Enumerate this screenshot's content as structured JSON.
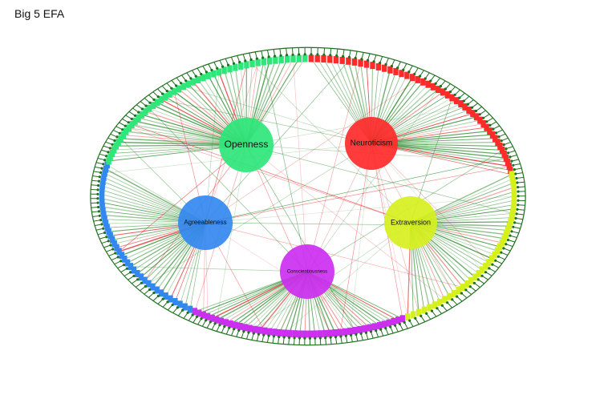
{
  "title": "Big 5 EFA",
  "factors": [
    {
      "id": "openness",
      "label": "Openness",
      "color": "#2ee67a"
    },
    {
      "id": "neuroticism",
      "label": "Neuroticism",
      "color": "#ff2a2a"
    },
    {
      "id": "agreeableness",
      "label": "Agreeableness",
      "color": "#3388f0"
    },
    {
      "id": "extraversion",
      "label": "Extraversion",
      "color": "#d6f01e"
    },
    {
      "id": "conscientiousness",
      "label": "Conscientiousness",
      "color": "#cc2ff0"
    }
  ],
  "colors": {
    "positive_edge": "#2e8b2e",
    "negative_edge": "#e02020",
    "arrow": "#1f6f1f"
  }
}
